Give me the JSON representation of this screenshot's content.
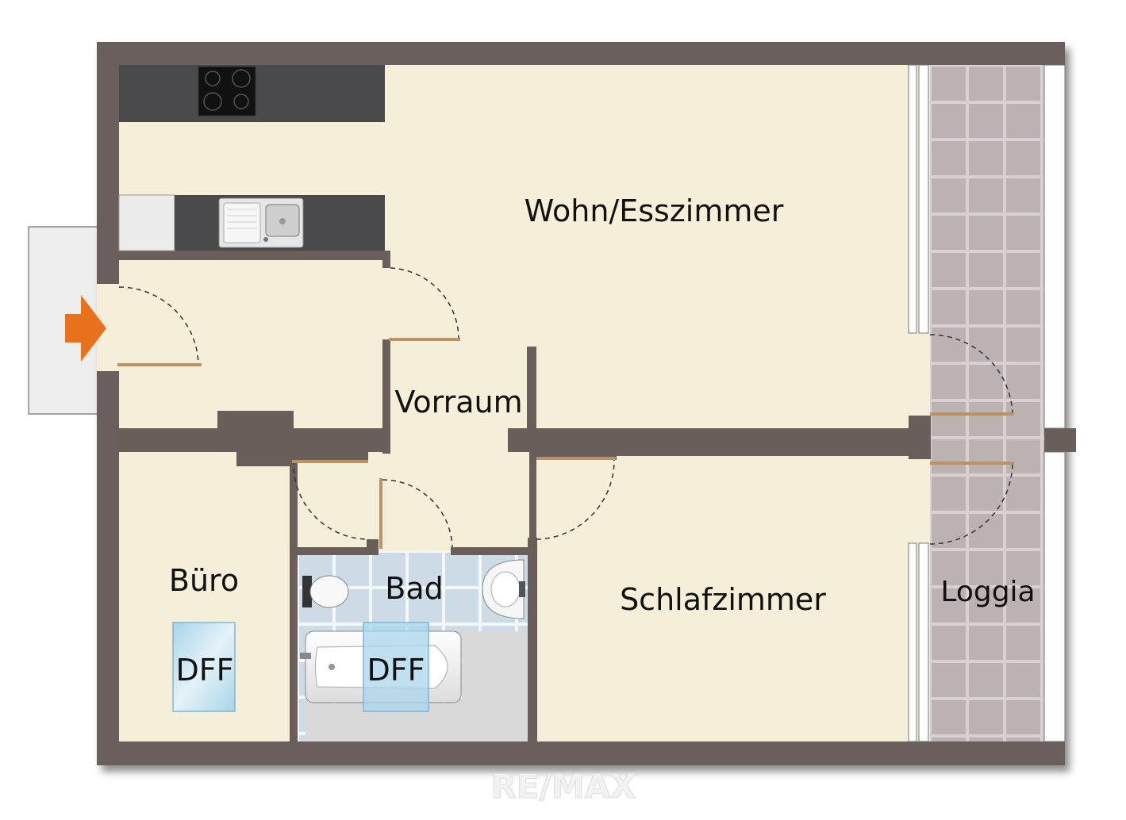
{
  "rooms": {
    "wohn_ess": "Wohn/Esszimmer",
    "vorraum": "Vorraum",
    "buero": "Büro",
    "bad": "Bad",
    "schlafzimmer": "Schlafzimmer",
    "loggia": "Loggia"
  },
  "windows": {
    "buero_skylight": "DFF",
    "bad_skylight": "DFF"
  },
  "watermark": "RE/MAX",
  "colors": {
    "wall": "#6a5e5b",
    "floor": "#f5efd9",
    "bath_tile": "#d4e2ec",
    "loggia_tile": "#c2b7b7",
    "kitchen_counter": "#4a4a4d",
    "entrance_arrow": "#e8711c",
    "door_leaf": "#b99266",
    "skylight": "#bfe0f0"
  },
  "icons": {
    "entrance": "entrance-arrow-icon",
    "cooktop": "cooktop-icon",
    "sink": "kitchen-sink-icon",
    "toilet": "toilet-icon",
    "washbasin": "washbasin-icon",
    "bathtub": "bathtub-icon"
  }
}
